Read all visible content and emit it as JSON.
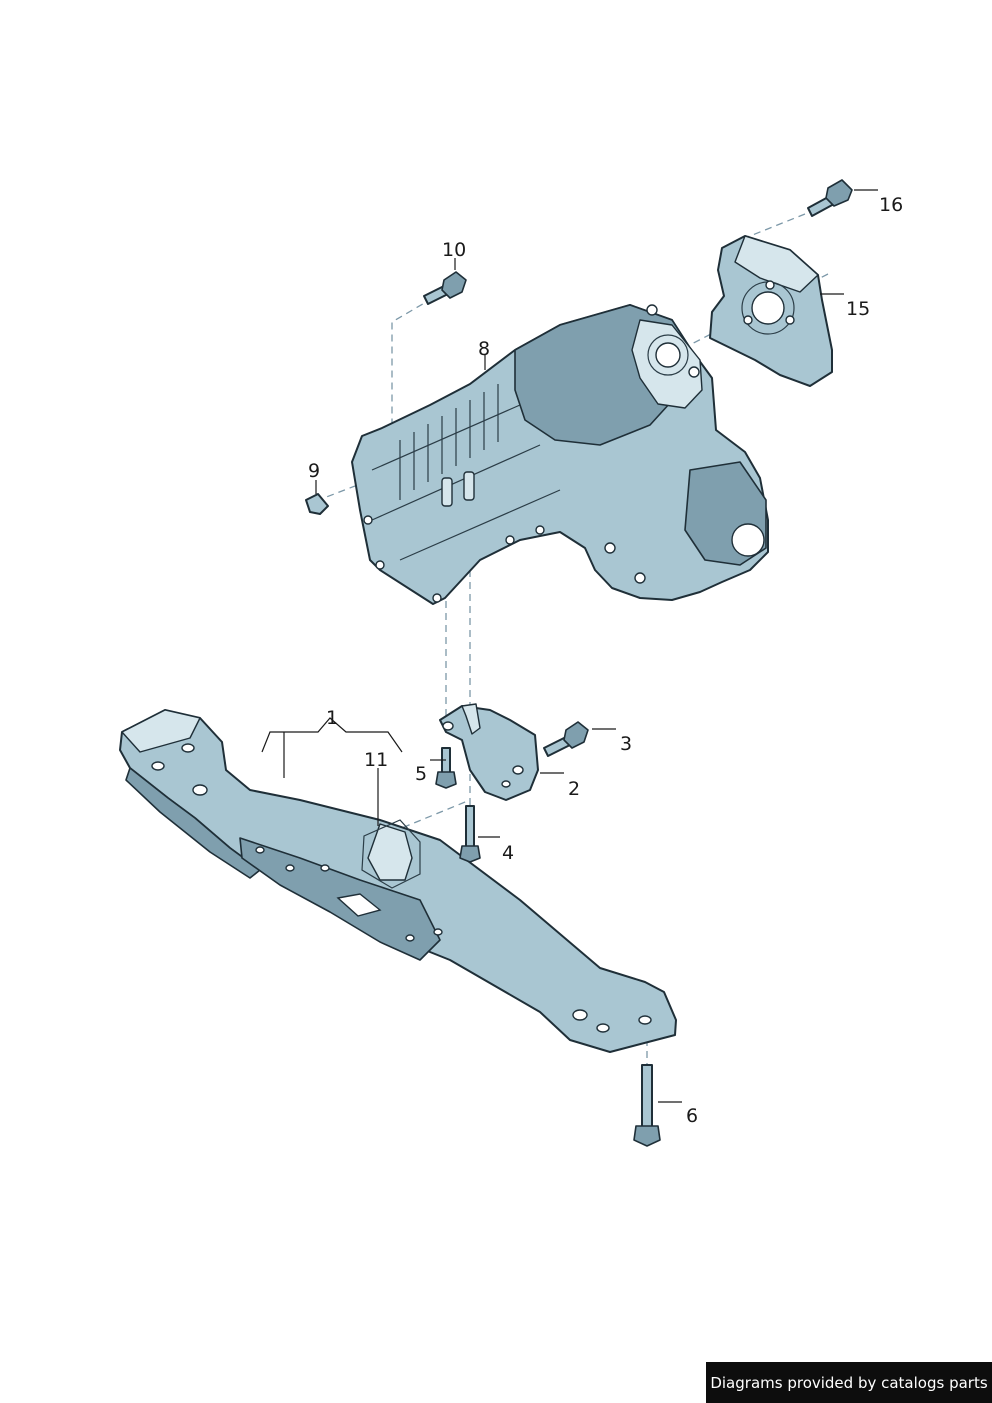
{
  "diagram": {
    "callouts": {
      "c1": "1",
      "c2": "2",
      "c3": "3",
      "c4": "4",
      "c5": "5",
      "c6": "6",
      "c8": "8",
      "c9": "9",
      "c10": "10",
      "c11": "11",
      "c15": "15",
      "c16": "16"
    }
  },
  "colors": {
    "part_fill": "#a9c6d2",
    "part_shade": "#7f9fae",
    "outline": "#1f2f38",
    "assembly_line": "#7c98a8"
  },
  "footer": {
    "credit": "Diagrams provided by catalogs parts"
  }
}
